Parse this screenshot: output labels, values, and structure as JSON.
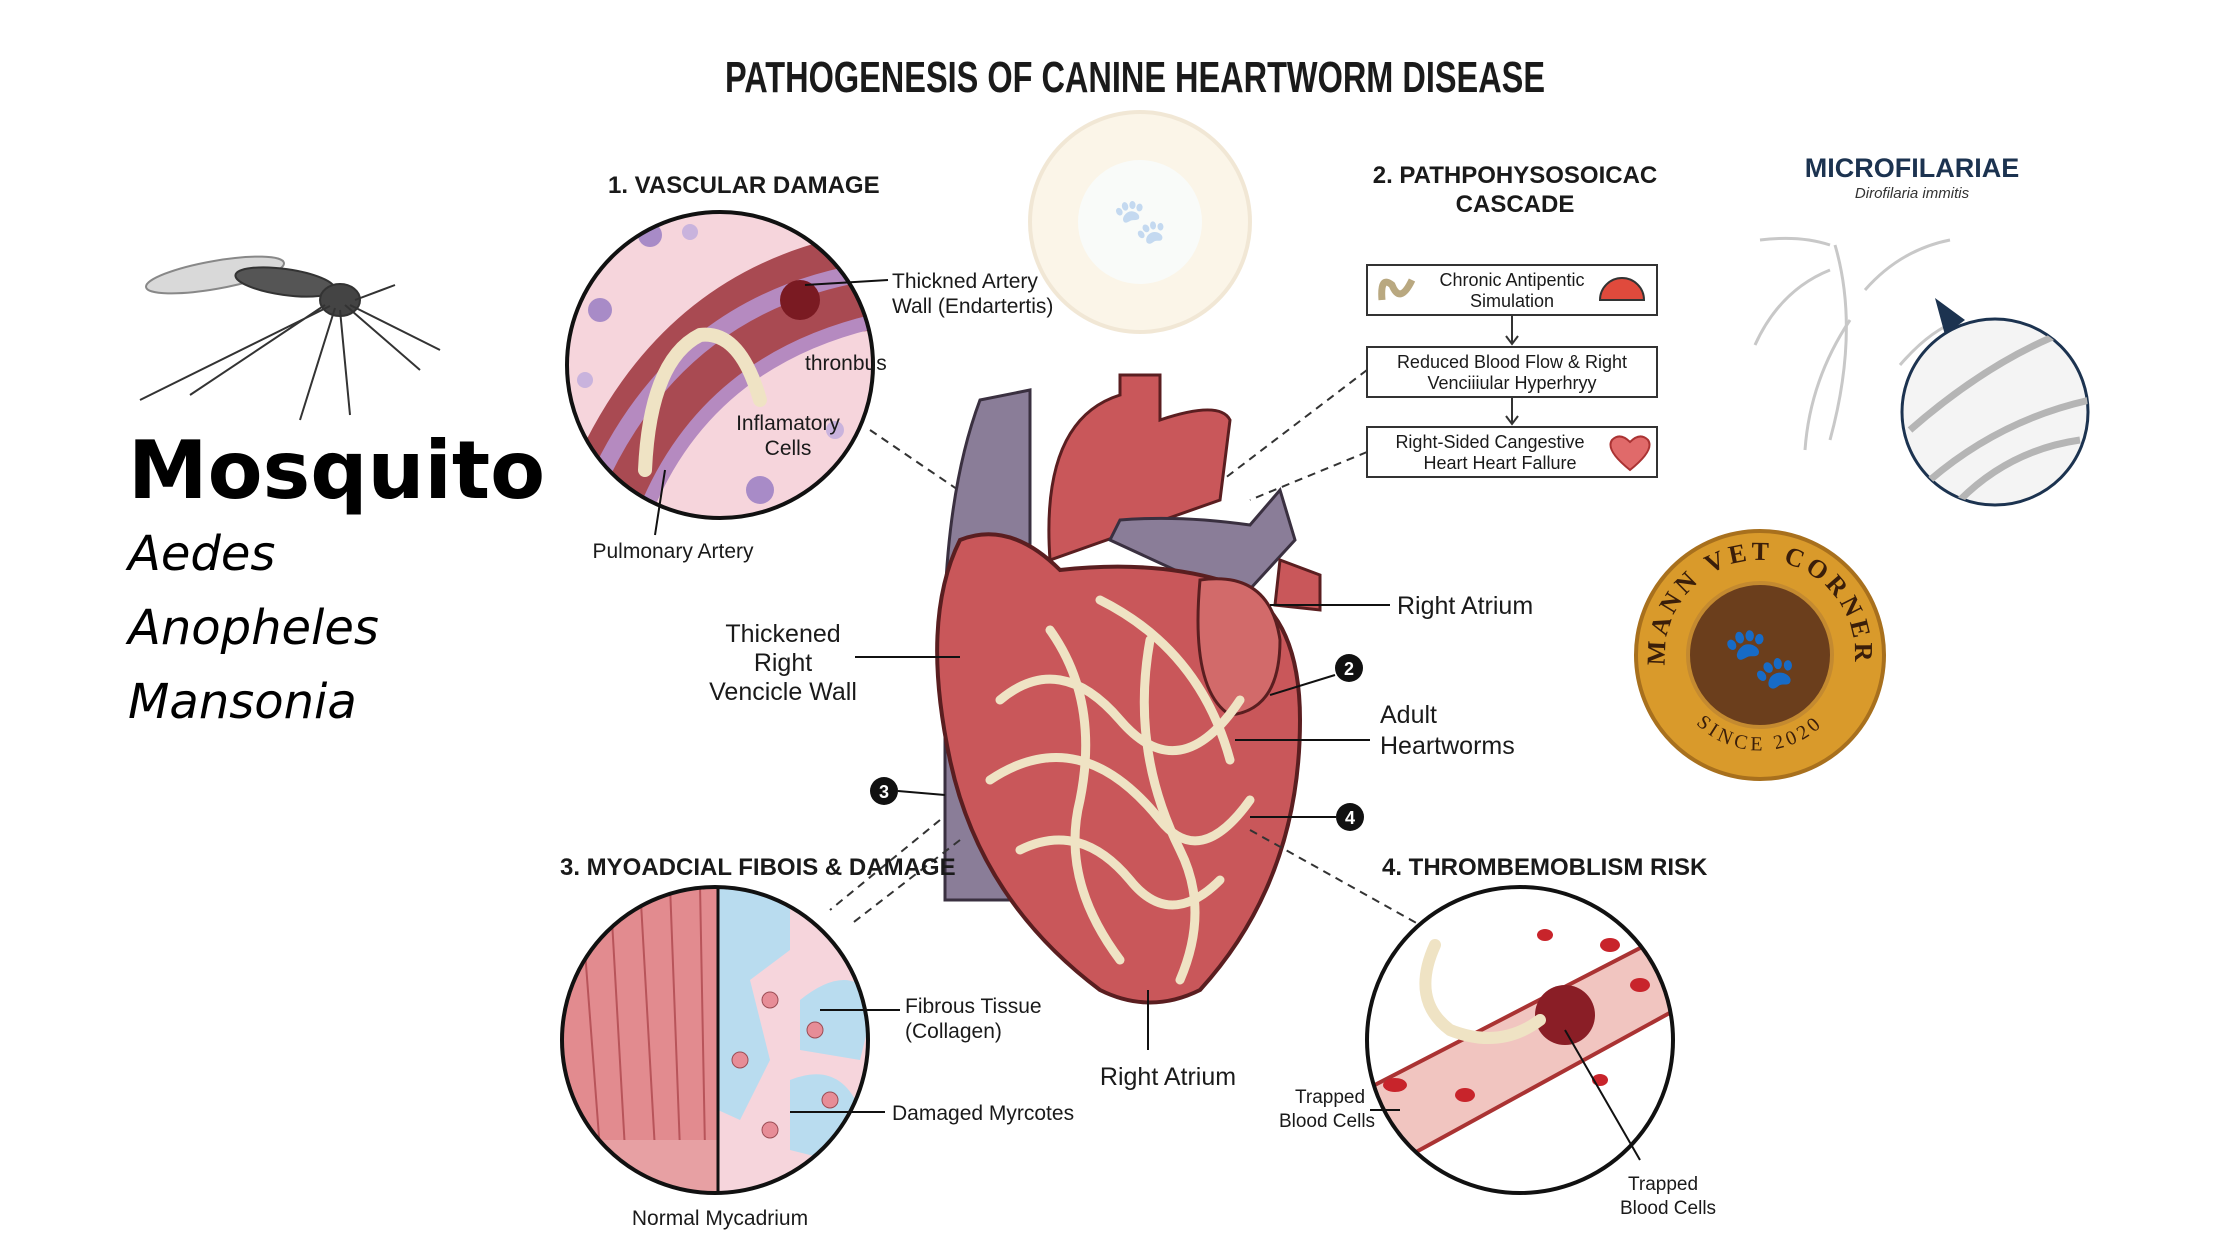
{
  "title": "PATHOGENESIS OF CANINE HEARTWORM DISEASE",
  "mosquito": {
    "title": "Mosquito",
    "species": [
      "Aedes",
      "Anopheles",
      "Mansonia"
    ]
  },
  "panel1": {
    "header": "1. VASCULAR DAMAGE",
    "labels": {
      "wall_1": "Thickned Artery",
      "wall_2": "Wall (Endartertis)",
      "thrombus": "thronbus",
      "inflam_1": "Inflamatory",
      "inflam_2": "Cells",
      "artery": "Pulmonary Artery"
    }
  },
  "panel2": {
    "header_1": "2. PATHPOHYSOSOICAC",
    "header_2": "CASCADE",
    "steps": [
      {
        "line1": "Chronic Antipentic",
        "line2": "Simulation"
      },
      {
        "line1": "Reduced Blood Flow & Right",
        "line2": "Venciiiular Hyperhryy"
      },
      {
        "line1": "Right-Sided Cangestive",
        "line2": "Heart Heart Fallure"
      }
    ]
  },
  "microfilariae": {
    "title": "MICROFILARIAE",
    "subtitle": "Dirofilaria immitis"
  },
  "logo": {
    "top": "MANN VET CORNER",
    "bottom": "SINCE 2020"
  },
  "heart_labels": {
    "right_atrium_top": "Right Atrium",
    "wall_1": "Thickened",
    "wall_2": "Right",
    "wall_3": "Vencicle Wall",
    "worms_1": "Adult",
    "worms_2": "Heartworms",
    "right_atrium_bottom": "Right Atrium",
    "badges": [
      "2",
      "3",
      "4"
    ]
  },
  "panel3": {
    "header": "3. MYOADCIAL FIBOIS & DAMAGE",
    "labels": {
      "fibrous_1": "Fibrous Tissue",
      "fibrous_2": "(Collagen)",
      "damaged": "Damaged Myrcotes",
      "normal": "Normal Mycadrium"
    }
  },
  "panel4": {
    "header": "4. THROMBEMOBLISM RISK",
    "labels": {
      "trapped_a1": "Trapped",
      "trapped_a2": "Blood Cells",
      "trapped_b1": "Trapped",
      "trapped_b2": "Blood Cells"
    }
  },
  "colors": {
    "muscle": "#c9575a",
    "vessel": "#8a7d98",
    "worm": "#efe3c4",
    "navy": "#1c3350",
    "gold": "#d99a2b",
    "tissue_pink": "#f6d5dc",
    "collagen": "#b9dcef"
  }
}
